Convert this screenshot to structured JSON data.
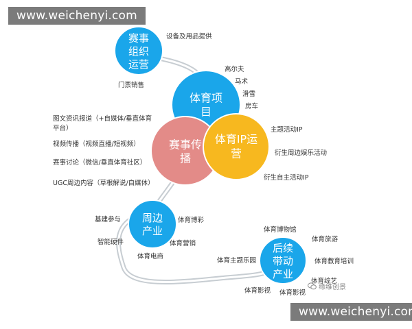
{
  "watermark": {
    "text": "www.weichenyi.com"
  },
  "stamp": {
    "text": "缘维创景",
    "icon": "wechat-icon"
  },
  "colors": {
    "blue": "#1aa6ea",
    "pink": "#e38b88",
    "yellow": "#f7b81f",
    "path_stroke": "#c7cdd2"
  },
  "circles": {
    "event_org": {
      "lines": [
        "赛事",
        "组织",
        "运营"
      ]
    },
    "sports_project": {
      "lines": [
        "体育项",
        "目"
      ]
    },
    "event_broadcast": {
      "lines": [
        "赛事传",
        "播"
      ]
    },
    "sports_ip": {
      "lines": [
        "体育IP运",
        "营"
      ]
    },
    "periphery": {
      "lines": [
        "周边",
        "产业"
      ]
    },
    "follow_up": {
      "lines": [
        "后续",
        "带动",
        "产业"
      ]
    }
  },
  "labels": {
    "equipment": "设备及用品提供",
    "tickets": "门票销售",
    "golf": "高尔夫",
    "equestrian": "马术",
    "skiing": "滑雪",
    "rv": "房车",
    "graphic_news_1": "图文资讯报道（+自媒体/垂直体育",
    "graphic_news_2": "平台）",
    "video_spread": "视频传播（视频直播/短视频）",
    "event_discussion": "赛事讨论（微信/垂直体育社区）",
    "ugc": "UGC周边内容（草根解说/自媒体）",
    "theme_ip": "主题活动IP",
    "derived_entertainment": "衍生周边娱乐活动",
    "derived_ip": "衍生自主活动IP",
    "infrastructure": "基建参与",
    "smart_hardware": "智能硬件",
    "lottery": "体育博彩",
    "marketing": "体育营销",
    "ecommerce": "体育电商",
    "museum": "体育博物馆",
    "tourism": "体育旅游",
    "education": "体育教育培训",
    "theme_park": "体育主题乐园",
    "variety": "体育综艺",
    "film_1": "体育影视",
    "film_2": "体育影视"
  }
}
